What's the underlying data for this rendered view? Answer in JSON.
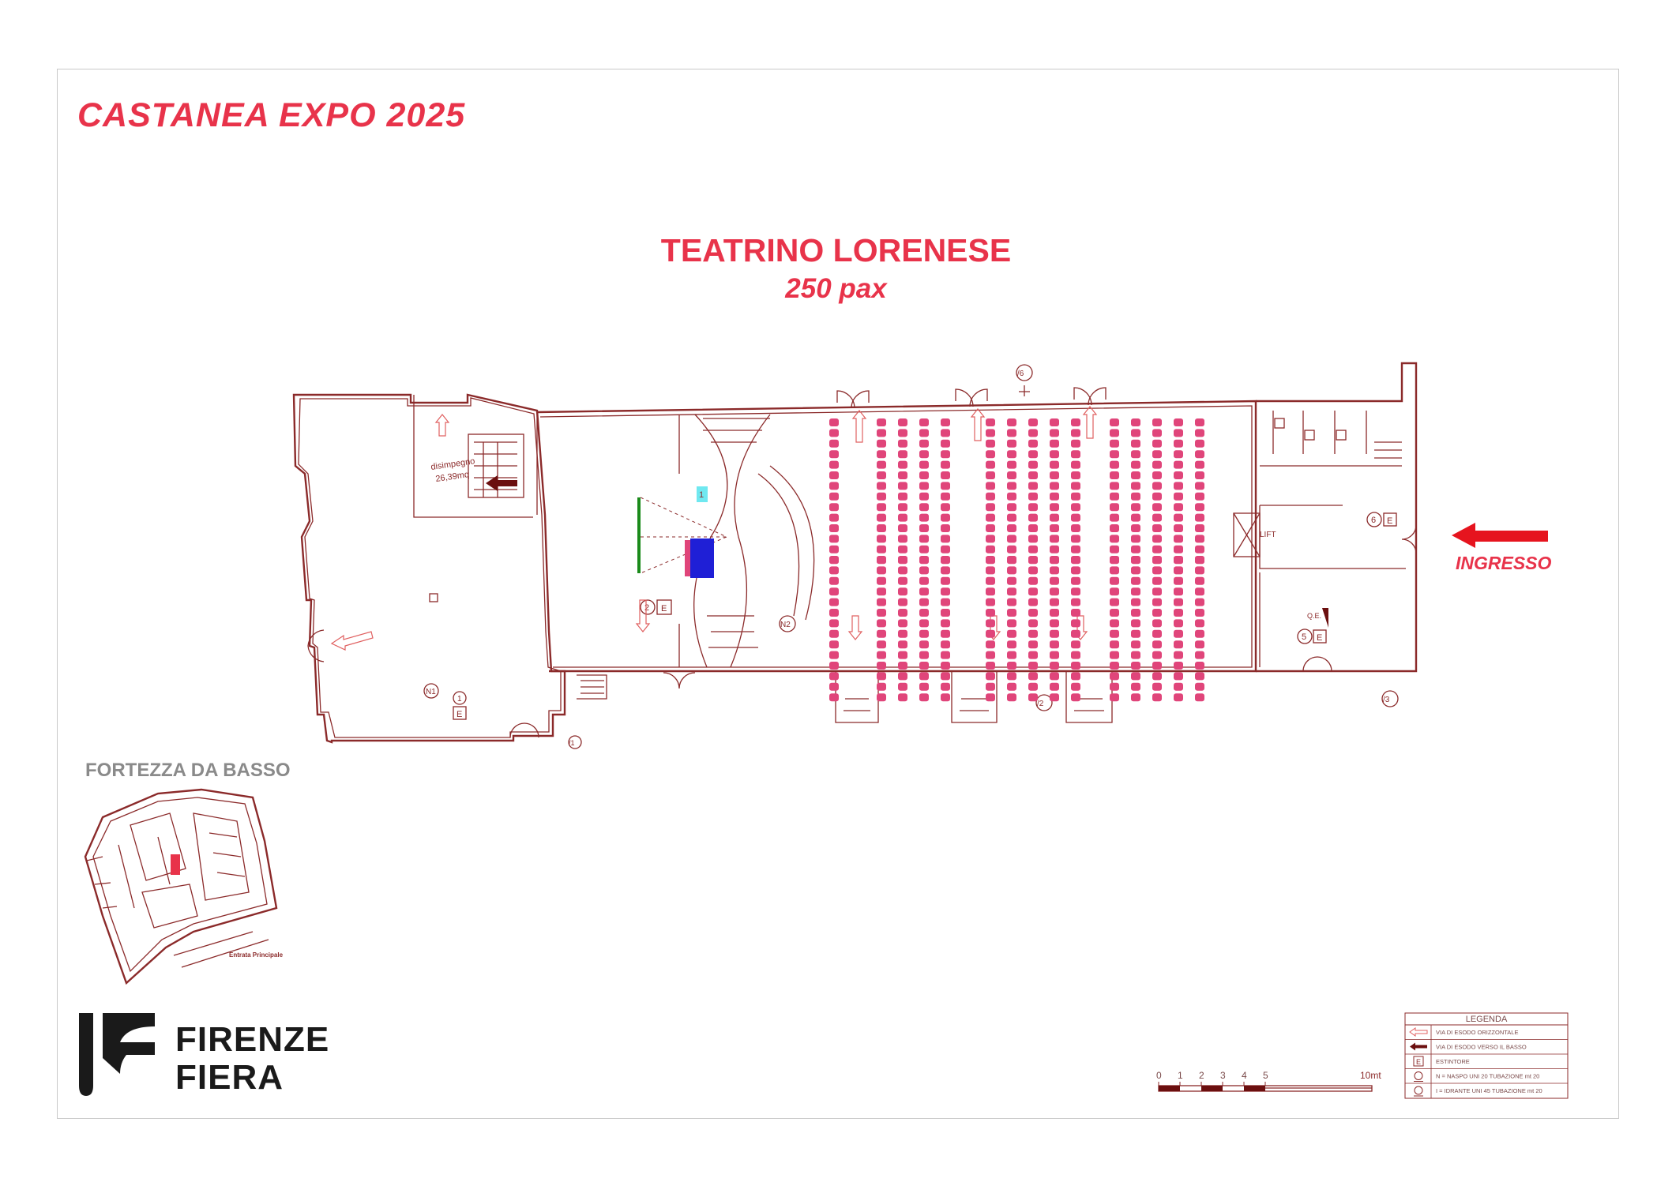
{
  "header": {
    "event_title": "CASTANEA EXPO 2025",
    "venue_name": "TEATRINO LORENESE",
    "capacity": "250 pax"
  },
  "plan_labels": {
    "entrance": "INGRESSO",
    "area_note_line1": "disimpegno",
    "area_note_line2": "26,39mq",
    "lift_label": "LIFT",
    "switchboard_label": "Q.E.",
    "extinguisher_letter": "E",
    "num_1": "1",
    "num_2": "2",
    "num_5": "5",
    "num_6": "6",
    "hydrant_n1": "N1",
    "hydrant_n2": "N2",
    "marker_1": "/1",
    "marker_2": "/2",
    "marker_3": "/3",
    "marker_6": "/6",
    "projection_marker": "1"
  },
  "locator_map": {
    "title": "FORTEZZA DA BASSO",
    "entrance_label": "Entrata Principale"
  },
  "brand": {
    "line1": "FIRENZE",
    "line2": "FIERA"
  },
  "scale_bar": {
    "ticks": [
      "0",
      "1",
      "2",
      "3",
      "4",
      "5"
    ],
    "end_label": "10mt"
  },
  "legend": {
    "title": "LEGENDA",
    "items": [
      {
        "icon": "horizontal-escape-arrow-icon",
        "label": "VIA DI ESODO ORIZZONTALE"
      },
      {
        "icon": "downward-escape-arrow-icon",
        "label": "VIA DI ESODO VERSO IL BASSO"
      },
      {
        "icon": "extinguisher-icon",
        "symbol": "E",
        "label": "ESTINTORE"
      },
      {
        "icon": "hose-reel-icon",
        "label": "N = NASPO UNI 20 TUBAZIONE mt 20"
      },
      {
        "icon": "hydrant-icon",
        "label": "I = IDRANTE UNI 45 TUBAZIONE mt 20"
      }
    ]
  },
  "colors": {
    "accent_red": "#e8334a",
    "plan_line": "#8b2a2a",
    "seat_pink": "#e0457a",
    "stage_blue": "#1f1fd6",
    "screen_green": "#1a8a1a",
    "marker_cyan": "#6fe8f0",
    "arrow_red": "#e6141e",
    "brand_black": "#1a1a1a"
  }
}
